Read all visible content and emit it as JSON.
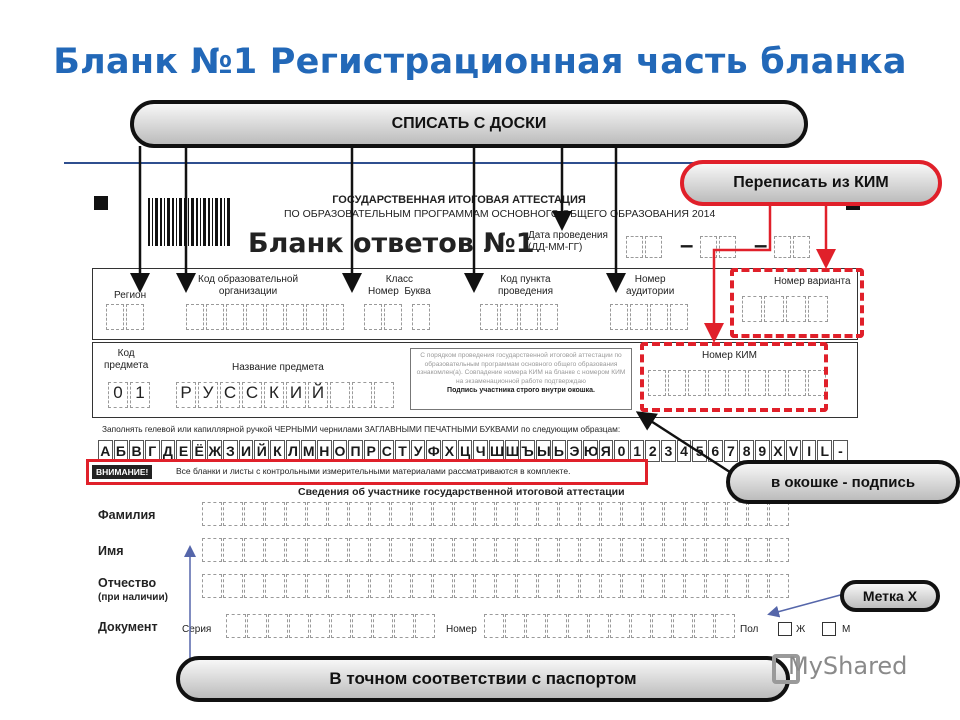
{
  "title": "Бланк №1 Регистрационная часть бланка",
  "callouts": {
    "board": "СПИСАТЬ С ДОСКИ",
    "kim": "Переписать из КИМ",
    "signature": "в окошке - подпись",
    "mark": "Метка Х",
    "passport": "В  точном соответствии с паспортом"
  },
  "form": {
    "header_line1": "ГОСУДАРСТВЕННАЯ ИТОГОВАЯ АТТЕСТАЦИЯ",
    "header_line2": "ПО ОБРАЗОВАТЕЛЬНЫМ ПРОГРАММАМ ОСНОВНОГО ОБЩЕГО ОБРАЗОВАНИЯ 2014",
    "blank_title": "Бланк ответов №1",
    "date_label": "Дата проведения\n(ДД-ММ-ГГ)",
    "region": "Регион",
    "org_code": "Код образовательной\nорганизации",
    "class_label": "Класс\nНомер  Буква",
    "point_code": "Код пункта\nпроведения",
    "auditorium": "Номер\nаудитории",
    "variant": "Номер варианта",
    "subject_code_label": "Код\nпредмета",
    "subject_name_label": "Название предмета",
    "subject_code": [
      "0",
      "1"
    ],
    "subject_name": [
      "Р",
      "У",
      "С",
      "С",
      "К",
      "И",
      "Й"
    ],
    "notice_text": "С порядком проведения государственной итоговой аттестации по образовательным программам основного общего образования ознакомлен(а). Совпадение номера КИМ на бланке с номером КИМ на экзаменационной работе подтверждаю",
    "notice_sign": "Подпись участника строго внутри окошка.",
    "kim_number": "Номер КИМ",
    "fill_instruction": "Заполнять гелевой или капиллярной ручкой ЧЕРНЫМИ чернилами ЗАГЛАВНЫМИ ПЕЧАТНЫМИ БУКВАМИ по следующим образцам:",
    "sample_chars": [
      "А",
      "Б",
      "В",
      "Г",
      "Д",
      "Е",
      "Ё",
      "Ж",
      "З",
      "И",
      "Й",
      "К",
      "Л",
      "М",
      "Н",
      "О",
      "П",
      "Р",
      "С",
      "Т",
      "У",
      "Ф",
      "Х",
      "Ц",
      "Ч",
      "Ш",
      "Щ",
      "Ъ",
      "Ы",
      "Ь",
      "Э",
      "Ю",
      "Я",
      "0",
      "1",
      "2",
      "3",
      "4",
      "5",
      "6",
      "7",
      "8",
      "9",
      "X",
      "V",
      "I",
      "L",
      "-"
    ],
    "warning_tag": "ВНИМАНИЕ!",
    "warning_text": "Все бланки и листы с контрольными измерительными материалами рассматриваются в комплекте.",
    "participant_header": "Сведения об участнике государственной итоговой аттестации",
    "surname": "Фамилия",
    "name": "Имя",
    "patronymic": "Отчество",
    "patronymic_note": "(при наличии)",
    "document": "Документ",
    "series": "Серия",
    "number": "Номер",
    "sex": "Пол",
    "male_short": "Ж",
    "female_short": "М"
  },
  "watermark": "MyShared",
  "colors": {
    "title": "#2268b8",
    "red": "#e0202a",
    "rule": "#2f4f8f"
  }
}
